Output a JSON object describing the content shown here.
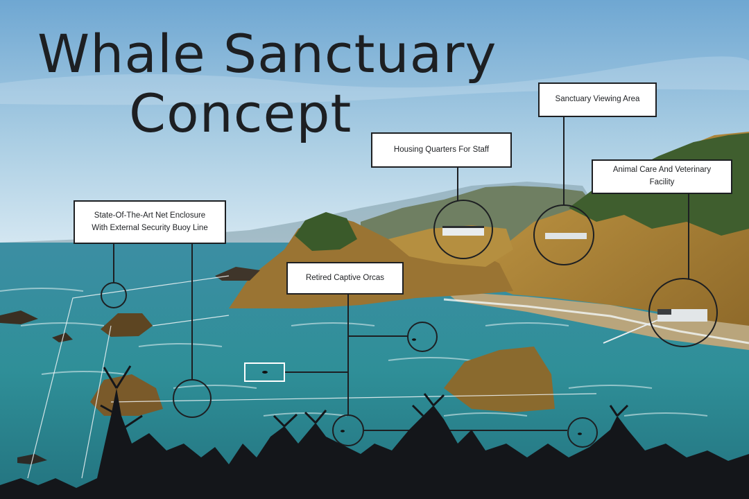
{
  "title": {
    "line1": "Whale Sanctuary",
    "line2": "Concept"
  },
  "labels": {
    "net_enclosure": "State-Of-The-Art Net Enclosure\nWith External Security Buoy Line",
    "retired_orcas": "Retired Captive Orcas",
    "housing_quarters": "Housing Quarters For Staff",
    "viewing_area": "Sanctuary Viewing Area",
    "animal_care": "Animal Care And Veterinary Facility"
  },
  "colors": {
    "sky_top": "#6fa7d2",
    "sky_horizon": "#d6e8f2",
    "ocean": "#2f8f98",
    "ocean_deep": "#23737f",
    "cliff": "#b08a3a",
    "forest": "#3f5e2e",
    "rock": "#7a5a2a",
    "silhouette": "#14161a",
    "callout_line": "#1d1f22",
    "label_bg": "#ffffff"
  }
}
